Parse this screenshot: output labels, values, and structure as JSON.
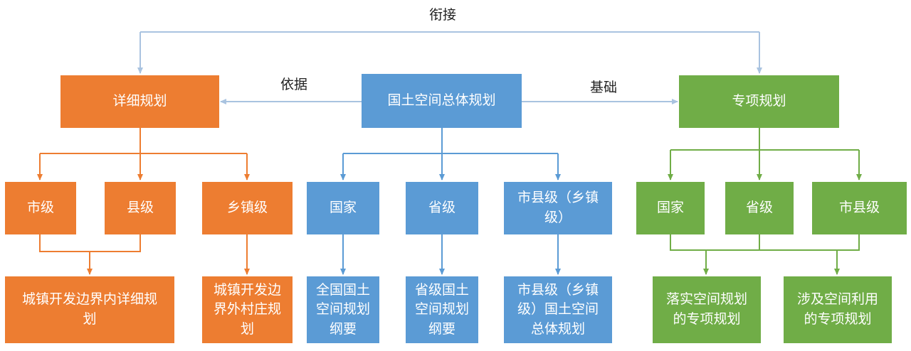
{
  "labels": {
    "top": "衔接",
    "left": "依据",
    "right": "基础"
  },
  "nodes": {
    "center": "国土空间总体规划",
    "detail": "详细规划",
    "special": "专项规划",
    "orange": {
      "city": "市级",
      "county": "县级",
      "township": "乡镇级",
      "urban_detail": "城镇开发边界内详细规划",
      "village": "城镇开发边界外村庄规划"
    },
    "blue": {
      "national": "国家",
      "province": "省级",
      "city_county": "市县级（乡镇级）",
      "national_outline": "全国国土空间规划纲要",
      "province_outline": "省级国土空间规划纲要",
      "city_plan": "市县级（乡镇级）国土空间总体规划"
    },
    "green": {
      "national": "国家",
      "province": "省级",
      "city_county": "市县级",
      "implement": "落实空间规划的专项规划",
      "involve": "涉及空间利用的专项规划"
    }
  },
  "colors": {
    "orange": "#ED7D31",
    "blue": "#5B9BD5",
    "green": "#70AD47",
    "connector_light": "#A9C3E0"
  }
}
